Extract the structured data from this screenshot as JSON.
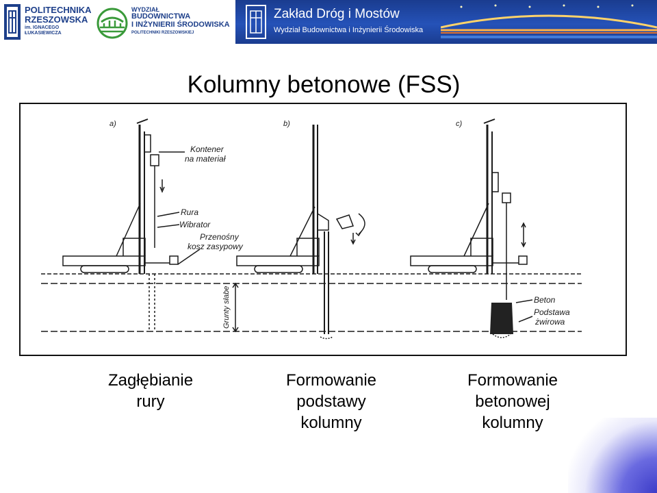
{
  "header": {
    "university": {
      "line1": "POLITECHNIKA",
      "line2": "RZESZOWSKA",
      "line3": "im. IGNACEGO ŁUKASIEWICZA"
    },
    "faculty": {
      "line1": "WYDZIAŁ",
      "line2": "BUDOWNICTWA",
      "line3": "I INŻYNIERII ŚRODOWISKA",
      "line4": "POLITECHNIKI RZESZOWSKIEJ"
    },
    "banner": {
      "title": "Zakład Dróg i Mostów",
      "subtitle": "Wydział Budownictwa i Inżynierii Środowiska"
    }
  },
  "slide": {
    "title": "Kolumny betonowe (FSS)"
  },
  "diagram": {
    "panel_labels": [
      "a)",
      "b)",
      "c)"
    ],
    "labels": {
      "container": "Kontener",
      "container2": "na materiał",
      "pipe": "Rura",
      "vibrator": "Wibrator",
      "hopper1": "Przenośny",
      "hopper2": "kosz zasypowy",
      "soil": "Grunty słabe",
      "concrete": "Beton",
      "base1": "Podstawa",
      "base2": "żwirowa"
    },
    "colors": {
      "line": "#1a1a1a",
      "concrete": "#222222"
    }
  },
  "captions": {
    "a": {
      "line1": "Zagłębianie",
      "line2": "rury"
    },
    "b": {
      "line1": "Formowanie",
      "line2": "podstawy",
      "line3": "kolumny"
    },
    "c": {
      "line1": "Formowanie",
      "line2": "betonowej",
      "line3": "kolumny"
    }
  }
}
